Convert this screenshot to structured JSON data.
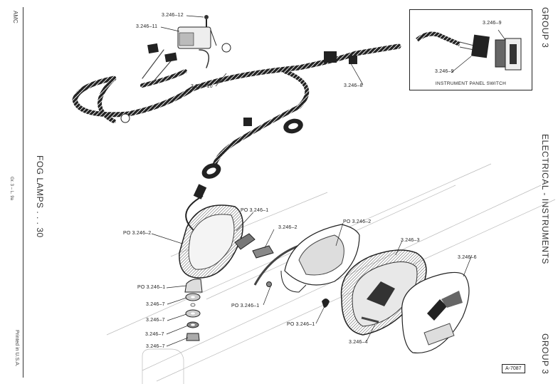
{
  "page": {
    "publisher": "AMC",
    "section_title": "FOG LAMPS . . . 30",
    "page_code": "Gr. 3 – L. 9a",
    "printed": "Printed in U.S.A.",
    "right_header_top": "GROUP 3",
    "right_header_middle": "ELECTRICAL - INSTRUMENTS",
    "right_header_bottom": "GROUP 3",
    "figure_number": "A-7087"
  },
  "inset": {
    "caption": "INSTRUMENT PANEL SWITCH",
    "labels": [
      "3.246–9",
      "3.246–9"
    ]
  },
  "callouts": {
    "relay_screw": "3.246–12",
    "relay": "3.246–11",
    "harness": "3.246–10",
    "connector": "3.246–8",
    "housing_left": "PO 3.246–2",
    "bracket_clip": "PO 3.246–1",
    "bracket": "3.246–2",
    "housing_right": "PO 3.246–2",
    "lens": "3.246–3",
    "cover": "3.246–6",
    "mount_bushing": "PO 3.246–1",
    "washer_1": "3.246–7",
    "washer_2": "3.246–7",
    "washer_3": "3.246–7",
    "nut": "3.246–7",
    "small_nut": "PO 3.246–1",
    "grommet": "PO 3.246–1",
    "bulb": "3.246–4"
  }
}
